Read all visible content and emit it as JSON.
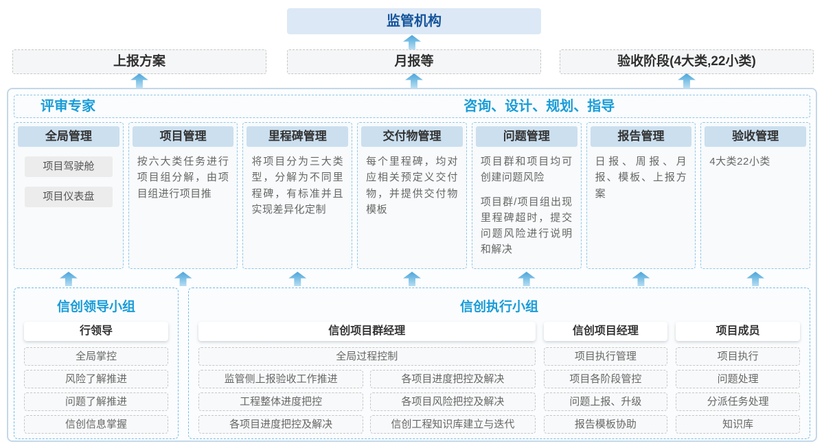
{
  "top": {
    "regulator": "监管机构"
  },
  "report_row": {
    "box1": "上报方案",
    "box2": "月报等",
    "box3": "验收阶段(4大类,22小类)"
  },
  "experts": {
    "left": "评审专家",
    "right": "咨询、设计、规划、指导"
  },
  "columns": [
    {
      "header": "全局管理",
      "items": [
        "项目驾驶舱",
        "项目仪表盘"
      ]
    },
    {
      "header": "项目管理",
      "body": "按六大类任务进行项目组分解，由项目组进行项目推"
    },
    {
      "header": "里程碑管理",
      "body": "将项目分为三大类型，分解为不同里程碑，有标准并且实现差异化定制"
    },
    {
      "header": "交付物管理",
      "body": "每个里程碑，均对应相关预定义交付物，并提供交付物模板"
    },
    {
      "header": "问题管理",
      "body": "项目群和项目均可创建问题风险",
      "body2": "项目群/项目组出现里程碑超时，提交问题风险进行说明和解决"
    },
    {
      "header": "报告管理",
      "body": "日报、周报、月报、模板、上报方案"
    },
    {
      "header": "验收管理",
      "body": "4大类22小类"
    }
  ],
  "leader_group": {
    "title": "信创领导小组",
    "role": "行领导",
    "items": [
      "全局掌控",
      "风险了解推进",
      "问题了解推进",
      "信创信息掌握"
    ]
  },
  "exec_group": {
    "title": "信创执行小组",
    "program_manager": {
      "role": "信创项目群经理",
      "full_item": "全局过程控制",
      "left_items": [
        "监管侧上报验收工作推进",
        "工程整体进度把控",
        "各项目进度把控及解决"
      ],
      "right_items": [
        "各项目进度把控及解决",
        "各项目风险把控及解决",
        "信创工程知识库建立与迭代"
      ]
    },
    "project_manager": {
      "role": "信创项目经理",
      "items": [
        "项目执行管理",
        "项目各阶段管控",
        "问题上报、升级",
        "报告模板协助"
      ]
    },
    "members": {
      "role": "项目成员",
      "items": [
        "项目执行",
        "问题处理",
        "分派任务处理",
        "知识库"
      ]
    }
  },
  "colors": {
    "accent_blue_title": "#189cd8",
    "regulator_text": "#15549b",
    "regulator_bg": "#dce8f5",
    "column_header_bg": "#cbdfef",
    "panel_border": "#c3d8e8",
    "dashed_blue_border": "#8fc6e8",
    "arrow_blue": "#4ba4da",
    "body_text": "#666666"
  }
}
